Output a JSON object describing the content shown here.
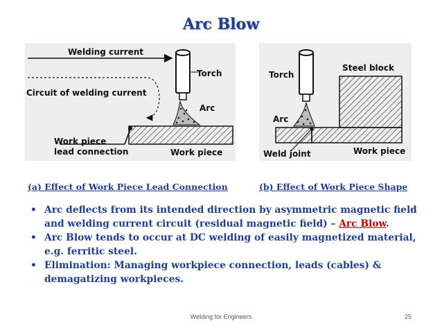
{
  "slide": {
    "title": "Arc Blow",
    "figure_a": {
      "labels": {
        "welding_current": "Welding current",
        "circuit": "Circuit of welding current",
        "torch": "Torch",
        "arc": "Arc",
        "work_piece_lead_1": "Work piece",
        "work_piece_lead_2": "lead connection",
        "work_piece": "Work piece"
      },
      "caption": "(a) Effect of Work Piece Lead Connection"
    },
    "figure_b": {
      "labels": {
        "torch": "Torch",
        "steel_block": "Steel block",
        "arc": "Arc",
        "weld_joint": "Weld joint",
        "work_piece": "Work piece"
      },
      "caption": "(b) Effect of Work Piece Shape"
    },
    "bullets": [
      {
        "text_before": "Arc deflects from its intended direction by asymmetric magnetic field and welding current circuit (residual magnetic field) – ",
        "highlight": "Arc Blow",
        "text_after": "."
      },
      {
        "text": "Arc Blow tends to occur at DC welding of  easily magnetized material, e.g. ferritic steel."
      },
      {
        "text": "Elimination: Managing workpiece connection, leads (cables) & demagatizing workpieces."
      }
    ],
    "footer": "Welding for Engineers",
    "page_number": "25"
  }
}
